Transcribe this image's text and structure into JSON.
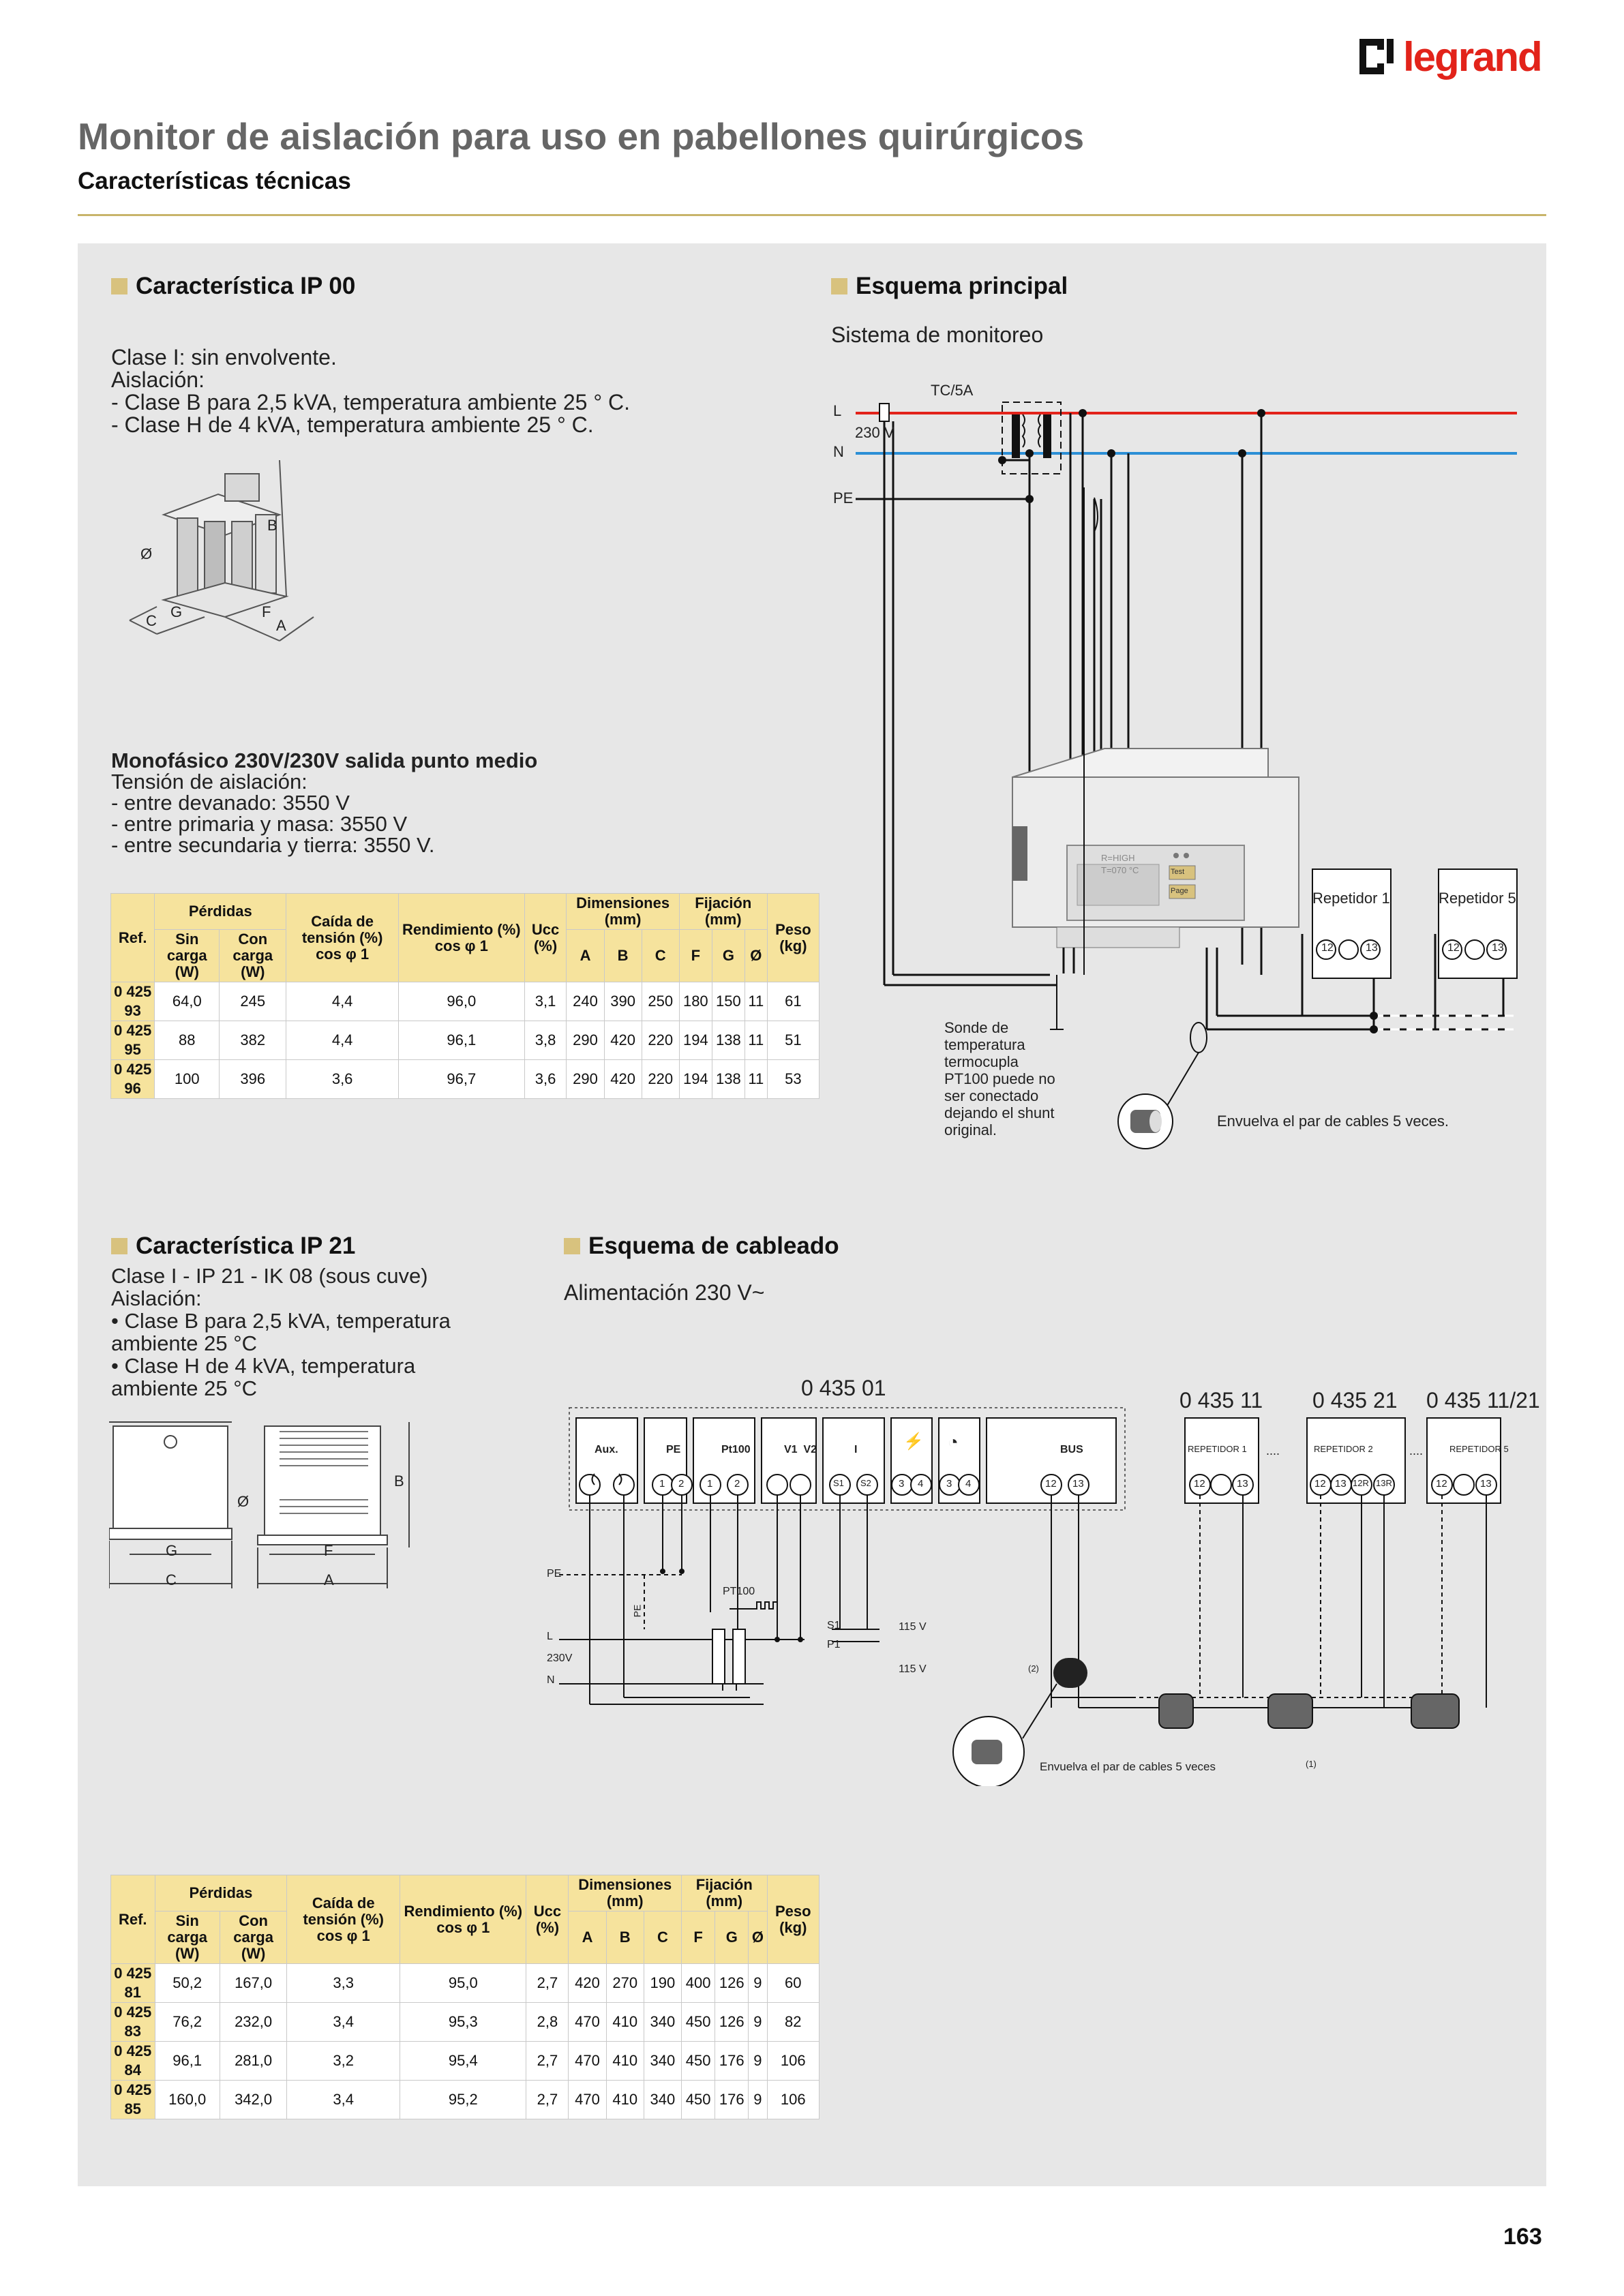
{
  "brand": "legrand",
  "page_title": "Monitor de aislación para uso en pabellones quirúrgicos",
  "page_subtitle": "Características técnicas",
  "page_number": "163",
  "ip00": {
    "heading": "Característica IP 00",
    "lines": [
      "Clase I: sin envolvente.",
      "Aislación:",
      "- Clase B para 2,5 kVA, temperatura ambiente 25 ° C.",
      "- Clase H de 4 kVA, temperatura ambiente 25 ° C."
    ],
    "drawing_labels": {
      "b": "B",
      "o": "Ø",
      "c": "C",
      "g": "G",
      "f": "F",
      "a": "A"
    }
  },
  "mono": {
    "title": "Monofásico 230V/230V salida punto medio",
    "lines": [
      "Tensión de aislación:",
      "- entre devanado: 3550 V",
      "- entre primaria y masa: 3550 V",
      "- entre secundaria y tierra: 3550 V."
    ]
  },
  "table_headers": {
    "ref": "Ref.",
    "perdidas": "Pérdidas",
    "sin_carga": "Sin carga (W)",
    "con_carga": "Con carga (W)",
    "caida": "Caída de tensión (%) cos φ 1",
    "rendimiento": "Rendimiento (%) cos φ 1",
    "ucc": "Ucc (%)",
    "dimensiones": "Dimensiones (mm)",
    "fijacion": "Fijación (mm)",
    "a": "A",
    "b": "B",
    "c": "C",
    "f": "F",
    "g": "G",
    "o": "Ø",
    "peso": "Peso (kg)"
  },
  "table1": [
    [
      "0 425 93",
      "64,0",
      "245",
      "4,4",
      "96,0",
      "3,1",
      "240",
      "390",
      "250",
      "180",
      "150",
      "11",
      "61"
    ],
    [
      "0 425 95",
      "88",
      "382",
      "4,4",
      "96,1",
      "3,8",
      "290",
      "420",
      "220",
      "194",
      "138",
      "11",
      "51"
    ],
    [
      "0 425 96",
      "100",
      "396",
      "3,6",
      "96,7",
      "3,6",
      "290",
      "420",
      "220",
      "194",
      "138",
      "11",
      "53"
    ]
  ],
  "table2": [
    [
      "0 425 81",
      "50,2",
      "167,0",
      "3,3",
      "95,0",
      "2,7",
      "420",
      "270",
      "190",
      "400",
      "126",
      "9",
      "60"
    ],
    [
      "0 425 83",
      "76,2",
      "232,0",
      "3,4",
      "95,3",
      "2,8",
      "470",
      "410",
      "340",
      "450",
      "126",
      "9",
      "82"
    ],
    [
      "0 425 84",
      "96,1",
      "281,0",
      "3,2",
      "95,4",
      "2,7",
      "470",
      "410",
      "340",
      "450",
      "176",
      "9",
      "106"
    ],
    [
      "0 425 85",
      "160,0",
      "342,0",
      "3,4",
      "95,2",
      "2,7",
      "470",
      "410",
      "340",
      "450",
      "176",
      "9",
      "106"
    ]
  ],
  "esquema_principal": {
    "heading": "Esquema principal",
    "subtitle": "Sistema de monitoreo",
    "labels": {
      "l": "L",
      "n": "N",
      "pe": "PE",
      "tc": "TC/5A",
      "v230": "230 V",
      "display1": "R=HIGH",
      "display2": "T=070",
      "unit_c": "°C",
      "btn1": "Test",
      "btn2": "Page",
      "rep1": "Repetidor 1",
      "rep5": "Repetidor 5",
      "t12": "12",
      "t13": "13"
    },
    "sonde_lines": [
      "Sonde de",
      "temperatura",
      "termocupla",
      "PT100 puede no",
      "ser conectado",
      "dejando el shunt",
      "original."
    ],
    "wrap_note": "Envuelva el par de cables 5 veces."
  },
  "ip21": {
    "heading": "Característica IP 21",
    "lines": [
      "Clase I - IP 21 - IK 08 (sous cuve)",
      "Aislación:",
      "• Clase B para 2,5 kVA, temperatura",
      "ambiente 25 °C",
      "• Clase H de 4 kVA, temperatura",
      "ambiente 25 °C"
    ],
    "drawing_labels": {
      "o": "Ø",
      "b": "B",
      "g": "G",
      "c": "C",
      "f": "F",
      "a": "A"
    }
  },
  "esquema_cableado": {
    "heading": "Esquema de cableado",
    "subtitle": "Alimentación 230 V~",
    "ref_main": "0 435 01",
    "ref_r1": "0 435 11",
    "ref_r2": "0 435 21",
    "ref_r3": "0 435 11/21",
    "modules": [
      "Aux.",
      "PE",
      "Pt100",
      "V1  V2",
      "I",
      "",
      "",
      "BUS"
    ],
    "rep_labels": [
      "REPETIDOR 1",
      "REPETIDOR 2",
      "REPETIDOR 5"
    ],
    "dots": "....",
    "terminals": {
      "t1": "1",
      "t2": "2",
      "s1": "S1",
      "s2": "S2",
      "t3": "3",
      "t4": "4",
      "t12": "12",
      "t13": "13",
      "t12r": "12R",
      "t13r": "13R"
    },
    "wire_labels": {
      "pe": "PE",
      "pt100": "PT100",
      "l": "L",
      "v230": "230V",
      "n": "N",
      "s1": "S1",
      "p1": "P1",
      "v115a": "115 V",
      "v115b": "115 V",
      "note2": "(2)",
      "note1": "(1)",
      "pe_vert": "PE"
    },
    "wrap_note": "Envuelva el par de cables 5 veces"
  },
  "colors": {
    "accent": "#d8c27e",
    "table_header": "#f6e39d",
    "panel": "#e7e7e7",
    "line_l": "#e2231a",
    "line_n": "#2c8fd6",
    "brand": "#e2231a"
  }
}
